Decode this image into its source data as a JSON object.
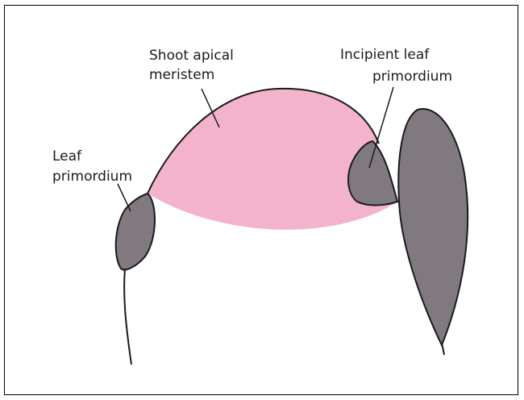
{
  "labels": {
    "sam_line1": "Shoot apical",
    "sam_line2": "meristem",
    "incipient_line1": "Incipient leaf",
    "incipient_line2": "primordium",
    "leaf_line1": "Leaf",
    "leaf_line2": "primordium"
  },
  "colors": {
    "meristem_fill": "#f3b3cc",
    "primordium_fill": "#807a80",
    "outline": "#1a1a1a",
    "frame_border": "#000000"
  }
}
